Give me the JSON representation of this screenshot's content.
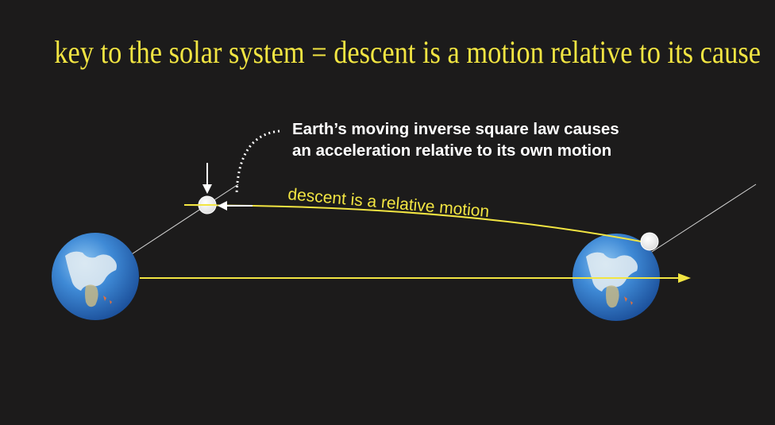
{
  "title": "key to the solar system = descent is a motion relative to its cause",
  "caption": {
    "line1": "Earth’s moving inverse square law causes",
    "line2": "an acceleration relative to its own motion"
  },
  "curve_label": "descent is a relative motion",
  "colors": {
    "background": "#1c1b1b",
    "accent_yellow": "#f2e542",
    "text_white": "#ffffff",
    "earth_ocean": "#2f7fd0"
  },
  "icons": [
    "earth-globe-icon",
    "moon-icon",
    "arrow-down-icon",
    "arrow-left-icon",
    "arrow-right-icon"
  ]
}
